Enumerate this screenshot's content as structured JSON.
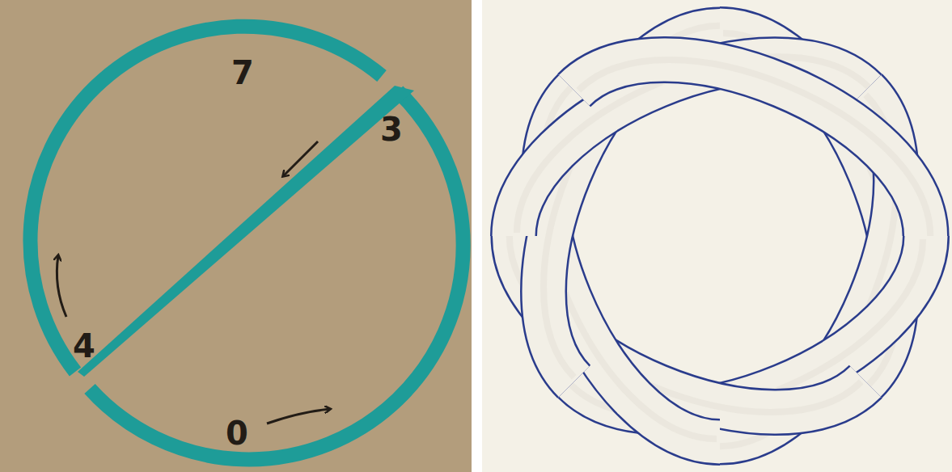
{
  "diagram": {
    "labels": [
      "7",
      "3",
      "4",
      "0"
    ]
  }
}
